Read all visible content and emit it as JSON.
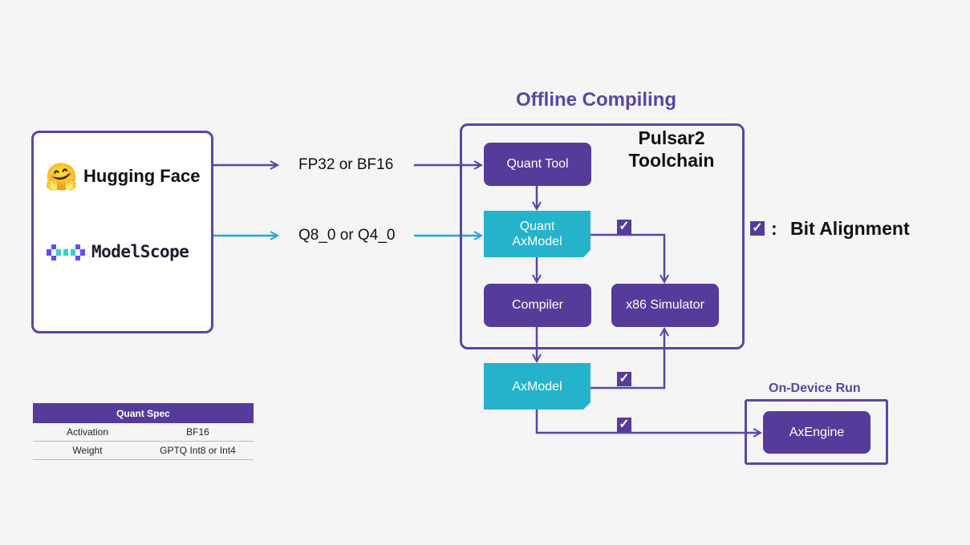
{
  "sources": {
    "huggingface": {
      "icon": "hugging-face-emoji-icon",
      "emoji": "🤗",
      "label": "Hugging Face"
    },
    "modelscope": {
      "icon": "modelscope-logo-icon",
      "label": "ModelScope"
    }
  },
  "flows": {
    "fp_label": "FP32 or BF16",
    "q_label": "Q8_0 or Q4_0"
  },
  "offline": {
    "title": "Offline Compiling",
    "toolchain_line1": "Pulsar2",
    "toolchain_line2": "Toolchain"
  },
  "nodes": {
    "quant_tool": "Quant Tool",
    "quant_axmodel_line1": "Quant",
    "quant_axmodel_line2": "AxModel",
    "compiler": "Compiler",
    "simulator": "x86 Simulator",
    "axmodel": "AxModel",
    "axengine": "AxEngine"
  },
  "on_device": {
    "title": "On-Device Run"
  },
  "legend": {
    "check_icon": "checkbox-checked-icon",
    "check_glyph": "✓",
    "label": "Bit Alignment"
  },
  "quant_spec": {
    "title": "Quant Spec",
    "rows": [
      {
        "name": "Activation",
        "value": "BF16"
      },
      {
        "name": "Weight",
        "value": "GPTQ Int8 or Int4"
      }
    ]
  },
  "colors": {
    "purple": "#5a45a6",
    "node_purple": "#553c9a",
    "teal": "#25b3cc",
    "cyan_arrow": "#1aa7e0",
    "background": "#f5f5f5"
  }
}
